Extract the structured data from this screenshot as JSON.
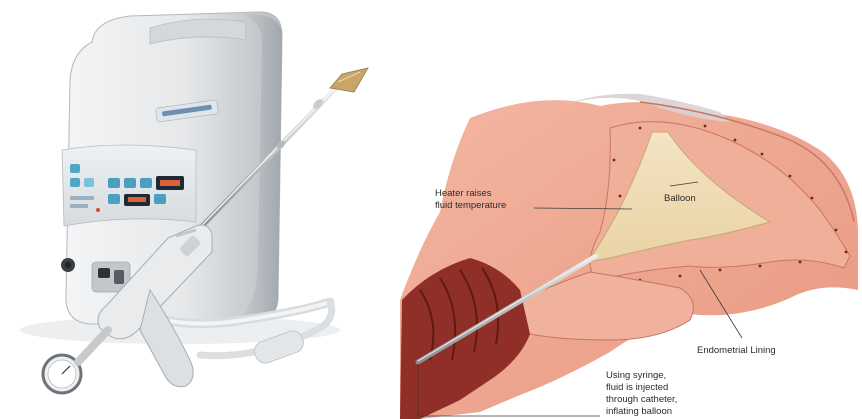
{
  "device_photo": {
    "console_logo": "",
    "panel": "control-panel"
  },
  "diagram": {
    "labels": {
      "heater_line1": "Heater raises",
      "heater_line2": "fluid temperature",
      "balloon": "Balloon",
      "lining": "Endometrial Lining",
      "syringe_line1": "Using syringe,",
      "syringe_line2": "fluid is injected",
      "syringe_line3": "through catheter,",
      "syringe_line4": "inflating balloon"
    }
  }
}
